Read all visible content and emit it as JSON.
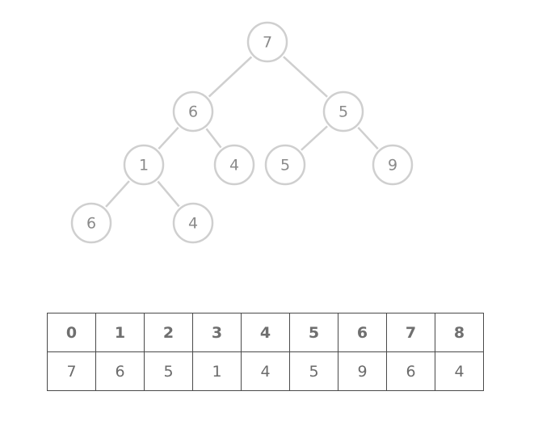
{
  "tree": {
    "nodes": [
      {
        "id": "n0",
        "label": "7"
      },
      {
        "id": "n1",
        "label": "6"
      },
      {
        "id": "n2",
        "label": "5"
      },
      {
        "id": "n3",
        "label": "1"
      },
      {
        "id": "n4",
        "label": "4"
      },
      {
        "id": "n5",
        "label": "5"
      },
      {
        "id": "n6",
        "label": "9"
      },
      {
        "id": "n7",
        "label": "6"
      },
      {
        "id": "n8",
        "label": "4"
      }
    ],
    "edges": [
      [
        "n0",
        "n1"
      ],
      [
        "n0",
        "n2"
      ],
      [
        "n1",
        "n3"
      ],
      [
        "n1",
        "n4"
      ],
      [
        "n2",
        "n5"
      ],
      [
        "n2",
        "n6"
      ],
      [
        "n3",
        "n7"
      ],
      [
        "n3",
        "n8"
      ]
    ],
    "colors": {
      "stroke": "#cfcfcf",
      "text": "#8a8a8a"
    }
  },
  "array": {
    "indices": [
      "0",
      "1",
      "2",
      "3",
      "4",
      "5",
      "6",
      "7",
      "8"
    ],
    "values": [
      "7",
      "6",
      "5",
      "1",
      "4",
      "5",
      "9",
      "6",
      "4"
    ]
  }
}
